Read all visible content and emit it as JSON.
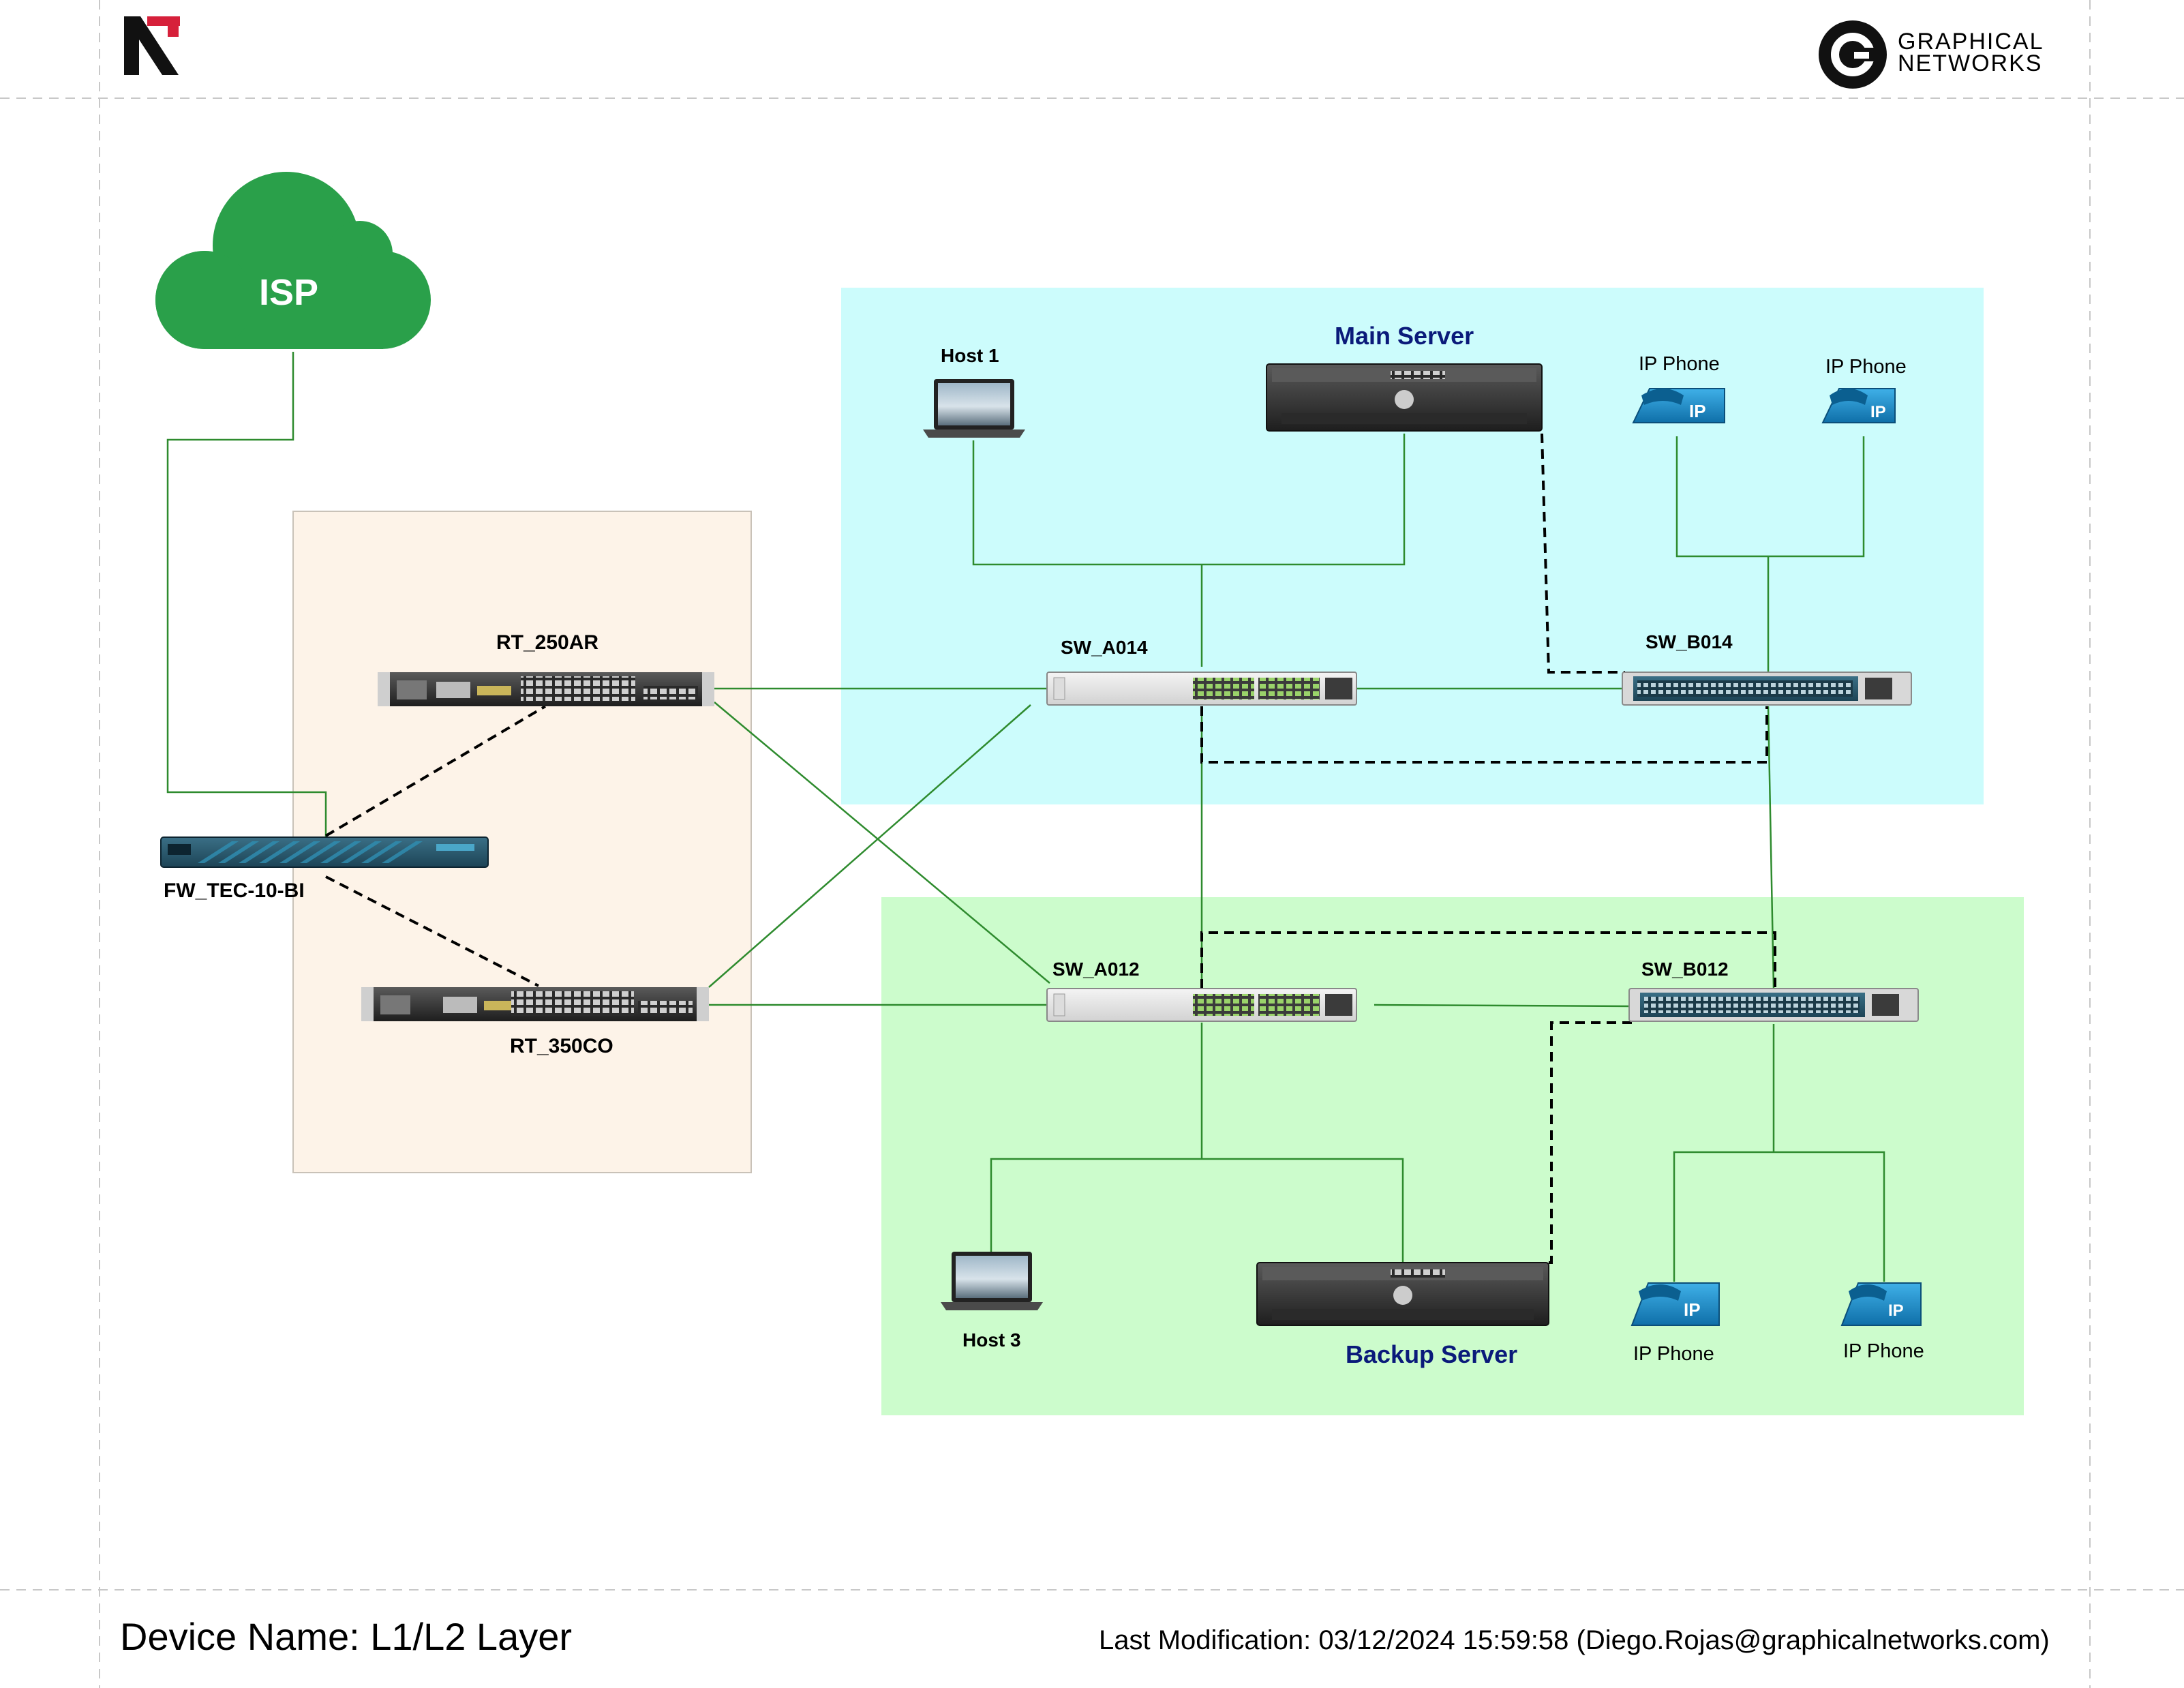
{
  "header": {
    "brand_logo": "graphical-networks-wordmark",
    "brand_text_line1": "GRAPHICAL",
    "brand_text_line2": "NETWORKS"
  },
  "cloud": {
    "label": "ISP",
    "color": "#2aa04a"
  },
  "zones": {
    "router_zone_color": "#fdf3e8",
    "main_zone_color": "#ccfcfc",
    "backup_zone_color": "#ccfccc"
  },
  "devices": {
    "firewall": "FW_TEC-10-BI",
    "router_top": "RT_250AR",
    "router_bottom": "RT_350CO",
    "sw_a014": "SW_A014",
    "sw_b014": "SW_B014",
    "sw_a012": "SW_A012",
    "sw_b012": "SW_B012",
    "host1": "Host 1",
    "host3": "Host 3",
    "main_server": "Main Server",
    "backup_server": "Backup Server",
    "phone_top_left": "IP Phone",
    "phone_top_right": "IP Phone",
    "phone_bottom_left": "IP Phone",
    "phone_bottom_right": "IP Phone"
  },
  "links": {
    "solid_color": "#2e8b2e",
    "dashed_color": "#000000"
  },
  "footer": {
    "device_name": "Device Name: L1/L2 Layer",
    "last_modification": "Last Modification: 03/12/2024 15:59:58 (Diego.Rojas@graphicalnetworks.com)"
  }
}
